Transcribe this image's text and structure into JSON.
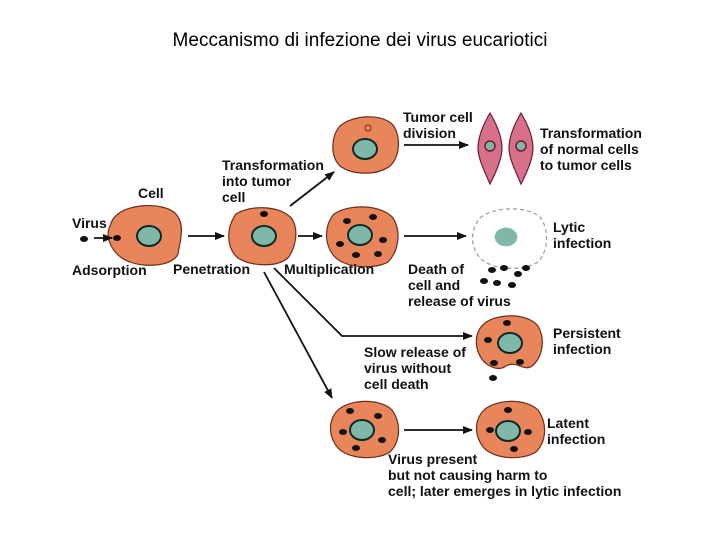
{
  "title": "Meccanismo di infezione dei virus eucariotici",
  "colors": {
    "cell_fill": "#e8855a",
    "cell_stroke": "#6b2d1a",
    "nucleus_fill": "#7fb8a8",
    "nucleus_stroke": "#0e2a28",
    "virus": "#111111",
    "tumor_fill": "#d9708a",
    "tumor_stroke": "#6a1d33",
    "lysed_outline": "#999999",
    "arrow": "#111111"
  },
  "labels": {
    "virus": "Virus",
    "cell": "Cell",
    "adsorption": "Adsorption",
    "penetration": "Penetration",
    "multiplication": "Multiplication",
    "transformation_into_tumor": [
      "Transformation",
      "into tumor",
      "cell"
    ],
    "tumor_cell_division": [
      "Tumor cell",
      "division"
    ],
    "transformation_normal": [
      "Transformation",
      "of normal cells",
      "to tumor cells"
    ],
    "death_of_cell": [
      "Death of",
      "cell and",
      "release of virus"
    ],
    "lytic_infection": [
      "Lytic",
      "infection"
    ],
    "slow_release": [
      "Slow release of",
      "virus without",
      "cell death"
    ],
    "persistent_infection": [
      "Persistent",
      "infection"
    ],
    "latent_infection": [
      "Latent",
      "infection"
    ],
    "virus_present": [
      "Virus present",
      "but not causing harm to",
      "cell;  later emerges in lytic infection"
    ]
  }
}
